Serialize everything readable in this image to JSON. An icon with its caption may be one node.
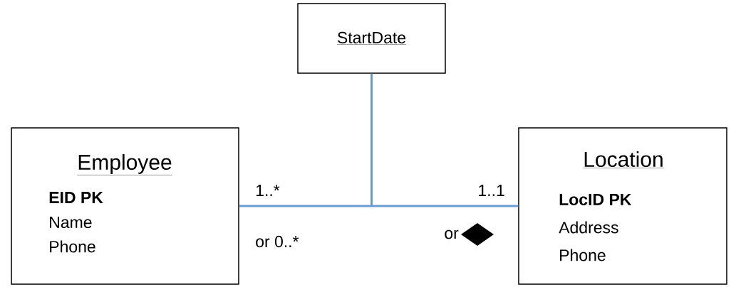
{
  "diagram": {
    "nodes": [
      {
        "text": [
          "StartDate"
        ]
      },
      {
        "text": [
          "Employee",
          "EID PK",
          "Name",
          "Phone"
        ]
      },
      {
        "text": [
          "Location",
          "LocID PK",
          "Address",
          "Phone"
        ]
      }
    ],
    "edges": [
      {
        "from": 1,
        "to": 2,
        "arrow": "none"
      },
      {
        "from": 0,
        "to": null,
        "arrow": "none"
      }
    ],
    "labels": [
      "1..*",
      "1..1",
      "or 0..*",
      "or"
    ]
  }
}
